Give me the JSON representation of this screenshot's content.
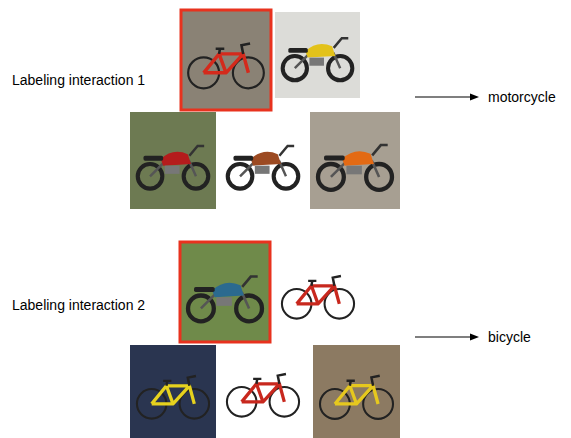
{
  "diagram": {
    "labels": [
      "Labeling interaction 1",
      "motorcycle",
      "Labeling interaction 2",
      "bicycle"
    ]
  }
}
